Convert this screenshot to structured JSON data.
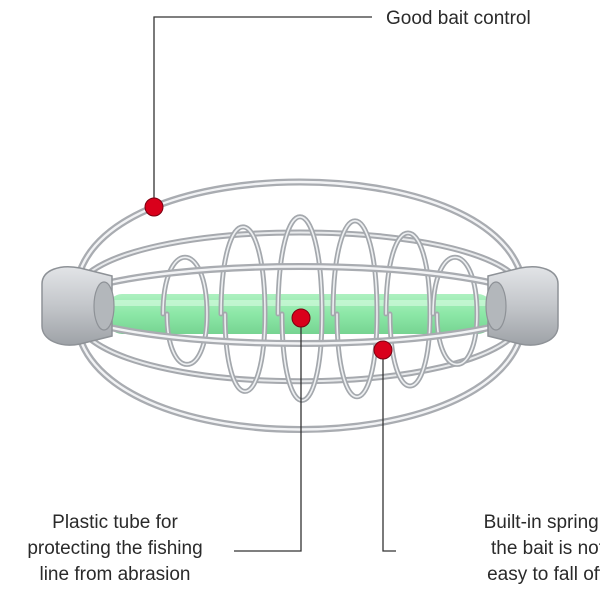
{
  "callouts": {
    "top": {
      "lines": [
        "Good bait control"
      ]
    },
    "left": {
      "lines": [
        "Plastic tube for",
        "protecting the fishing",
        "line from abrasion"
      ]
    },
    "right": {
      "lines": [
        "Built-in spring,",
        "the bait is not",
        "easy to fall off"
      ]
    }
  },
  "colors": {
    "marker": "#d9001b",
    "leader": "#333333",
    "wire": "#b9bcc0",
    "wire_highlight": "#eef0f2",
    "tube": "#86e6a2"
  }
}
